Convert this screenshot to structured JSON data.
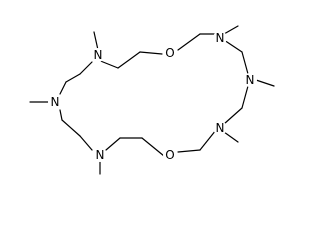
{
  "molecule": {
    "atoms": [
      {
        "id": "o_top",
        "label": "O"
      },
      {
        "id": "n_top_right",
        "label": "N"
      },
      {
        "id": "n_right",
        "label": "N"
      },
      {
        "id": "n_bottom_right",
        "label": "N"
      },
      {
        "id": "o_bottom",
        "label": "O"
      },
      {
        "id": "n_bottom_left",
        "label": "N"
      },
      {
        "id": "n_left",
        "label": "N"
      },
      {
        "id": "n_top_left",
        "label": "N"
      }
    ]
  }
}
